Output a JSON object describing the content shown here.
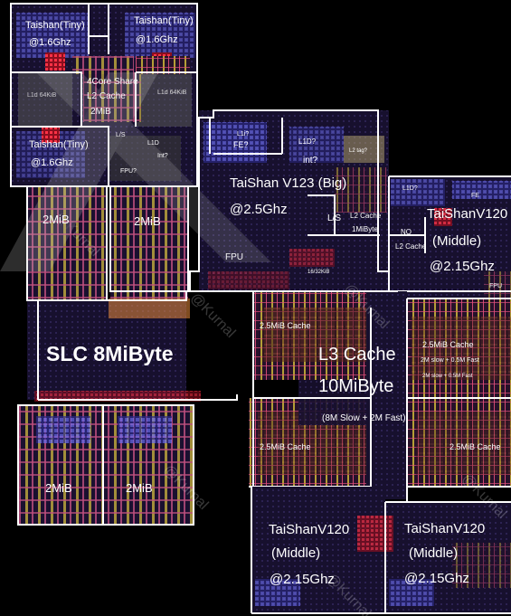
{
  "die": {
    "little_cluster": {
      "cores": [
        {
          "name": "Taishan(Tiny)",
          "freq": "@1.6Ghz"
        },
        {
          "name": "Taishan(Tiny)",
          "freq": "@1.6Ghz"
        },
        {
          "name": "Taishan(Tiny)",
          "freq": "@1.6Ghz"
        }
      ],
      "l2_line1": "4Core Share",
      "l2_line2": "L2 Cache",
      "l2_line3": "2MiB",
      "l1_left": "L1d 64KiB",
      "l1_right": "L1d 64KiB",
      "ls": "L/S",
      "l1d": "L1D",
      "int": "Int?",
      "fpu": "FPU?"
    },
    "big_core": {
      "name": "TaiShan V123 (Big)",
      "freq": "@2.5Ghz",
      "fe": "FE?",
      "l1i": "L1i?",
      "l1d": "L1D?",
      "int": "int?",
      "ls": "L/S",
      "l2_line1": "L2 Cache",
      "l2_line2": "1MiByte",
      "fpu": "FPU",
      "small_block": "16/32KiB",
      "l2_tag": "L2 tag?"
    },
    "middle_core_right": {
      "name": "TaiShanV120",
      "role": "(Middle)",
      "freq": "@2.15Ghz",
      "l1d": "L1D?",
      "fe": "FE",
      "no": "NO",
      "l2": "L2 Cache",
      "fpu": "FPU"
    },
    "slc": {
      "title": "SLC 8MiByte",
      "blocks": [
        "2MiB",
        "2MiB",
        "2MiB",
        "2MiB"
      ]
    },
    "l3": {
      "title_line1": "L3 Cache",
      "title_line2": "10MiByte",
      "detail": "(8M Slow + 2M Fast)",
      "slices": [
        "2.5MiB Cache",
        "2.5MiB Cache",
        "2.5MiB Cache",
        "2.5MiB Cache"
      ],
      "slice_note": "2M slow + 0.5M Fast",
      "slice_note2": "2M slow + 0.5M Fast"
    },
    "middle_cores_bottom": [
      {
        "name": "TaiShanV120",
        "role": "(Middle)",
        "freq": "@2.15Ghz"
      },
      {
        "name": "TaiShanV120",
        "role": "(Middle)",
        "freq": "@2.15Ghz"
      }
    ],
    "watermark": "@Kurnal",
    "colors": {
      "background": "#000000",
      "die_base": "#140d2a",
      "outline": "#ffffff",
      "grid_yellow": "#d8c23a",
      "grid_pink": "#d05d8c",
      "red_array": "#e0283a",
      "blue_array": "#4b53d6",
      "brown_cache": "#6e3a1f"
    }
  }
}
